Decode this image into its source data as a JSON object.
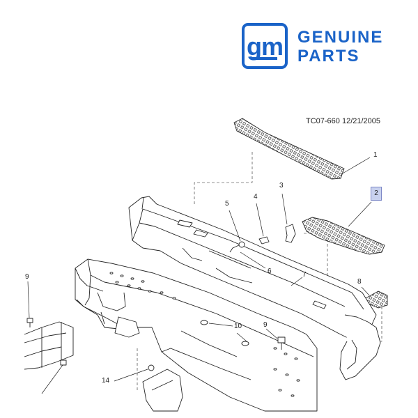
{
  "brand": {
    "logo_text": "gm",
    "line1": "GENUINE",
    "line2": "PARTS",
    "color": "#1a63c8"
  },
  "diagram": {
    "reference": "TC07-660  12/21/2005",
    "callouts": [
      "1",
      "2",
      "3",
      "4",
      "5",
      "6",
      "7",
      "8",
      "9",
      "10",
      "9",
      "14"
    ],
    "highlight_color": "#c8d1ee"
  }
}
